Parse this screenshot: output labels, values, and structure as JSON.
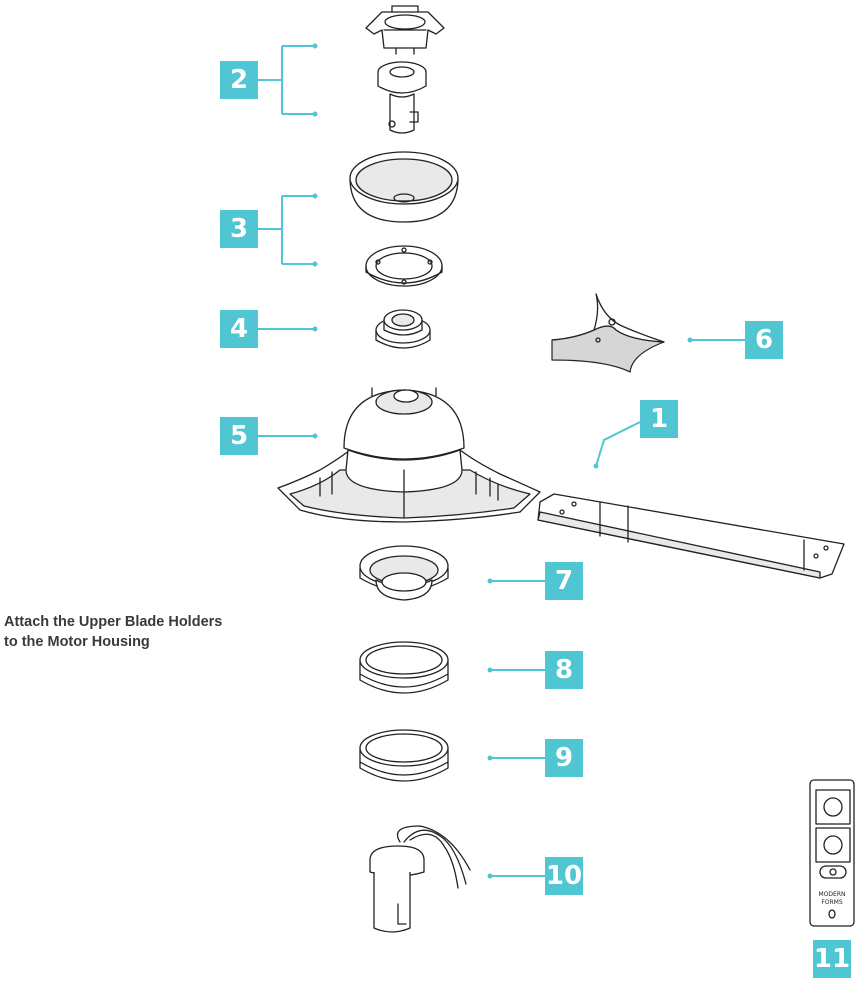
{
  "caption": {
    "line1": "Attach the Upper Blade Holders",
    "line2": "to the Motor Housing"
  },
  "badges": {
    "b1": "1",
    "b2": "2",
    "b3": "3",
    "b4": "4",
    "b5": "5",
    "b6": "6",
    "b7": "7",
    "b8": "8",
    "b9": "9",
    "b10": "10",
    "b11": "11"
  },
  "remote": {
    "brand_line1": "MODERN",
    "brand_line2": "FORMS"
  },
  "colors": {
    "accent": "#4fc6d2"
  }
}
